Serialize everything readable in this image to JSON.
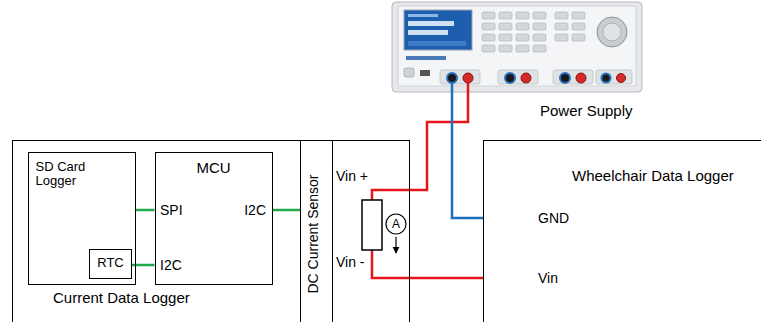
{
  "diagram": {
    "nodes": [
      {
        "text": [
          "Current Data Logger"
        ]
      },
      {
        "text": [
          "SD Card Logger"
        ],
        "in": 0
      },
      {
        "text": [
          "RTC"
        ],
        "in": 1
      },
      {
        "text": [
          "MCU"
        ],
        "in": 0
      },
      {
        "text": [
          "DC Current Sensor"
        ]
      },
      {
        "text": [
          "Wheelchair Data Logger"
        ]
      }
    ],
    "edges": [
      {
        "from": 1,
        "to": 3,
        "arrow": "none"
      },
      {
        "from": 2,
        "to": 3,
        "arrow": "none"
      },
      {
        "from": 3,
        "to": 4,
        "arrow": "none"
      },
      {
        "from": 4,
        "to": 5,
        "arrow": "none"
      }
    ],
    "labels": [
      "Power Supply",
      "SPI",
      "I2C",
      "I2C",
      "Vin +",
      "Vin -",
      "A",
      "GND",
      "Vin"
    ]
  }
}
